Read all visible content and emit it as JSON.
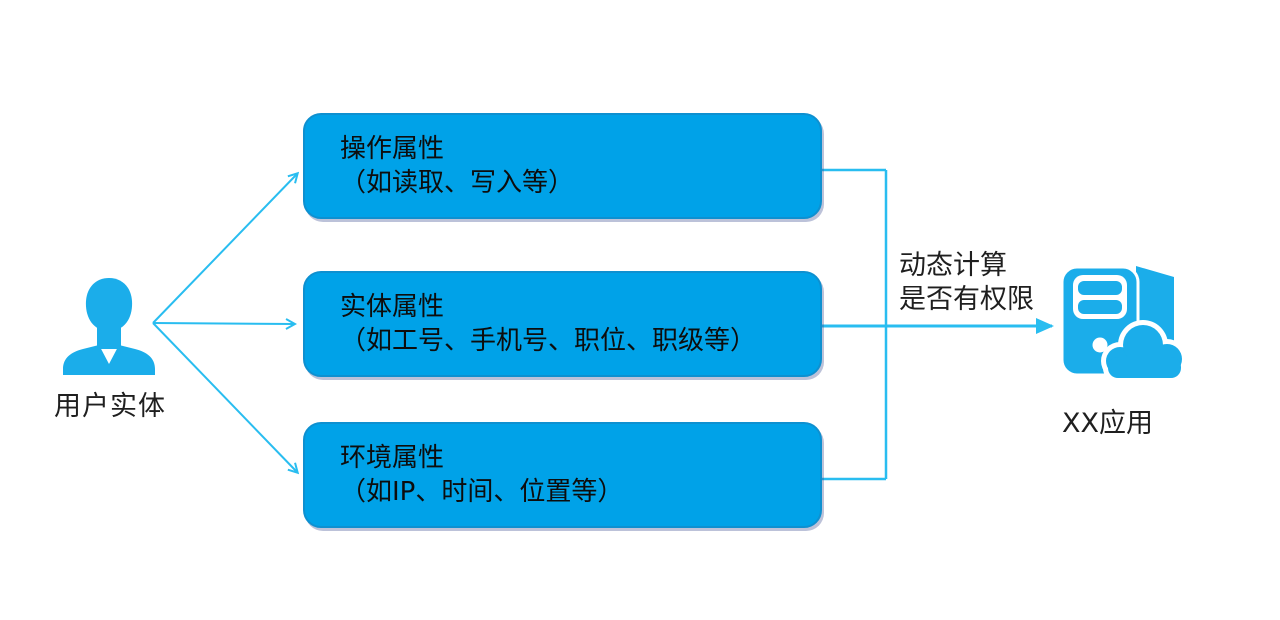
{
  "user": {
    "label": "用户实体"
  },
  "boxes": [
    {
      "title": "操作属性",
      "subtitle": "（如读取、写入等）"
    },
    {
      "title": "实体属性",
      "subtitle": "（如工号、手机号、职位、职级等）"
    },
    {
      "title": "环境属性",
      "subtitle": "（如IP、时间、位置等）"
    }
  ],
  "decision": {
    "line1": "动态计算",
    "line2": "是否有权限"
  },
  "app": {
    "label": "XX应用"
  },
  "colors": {
    "box_fill": "#00a2e8",
    "box_border": "#0e90d0",
    "connector": "#29bdf0",
    "icon_blue": "#1badea",
    "text": "#1f1f1f"
  }
}
